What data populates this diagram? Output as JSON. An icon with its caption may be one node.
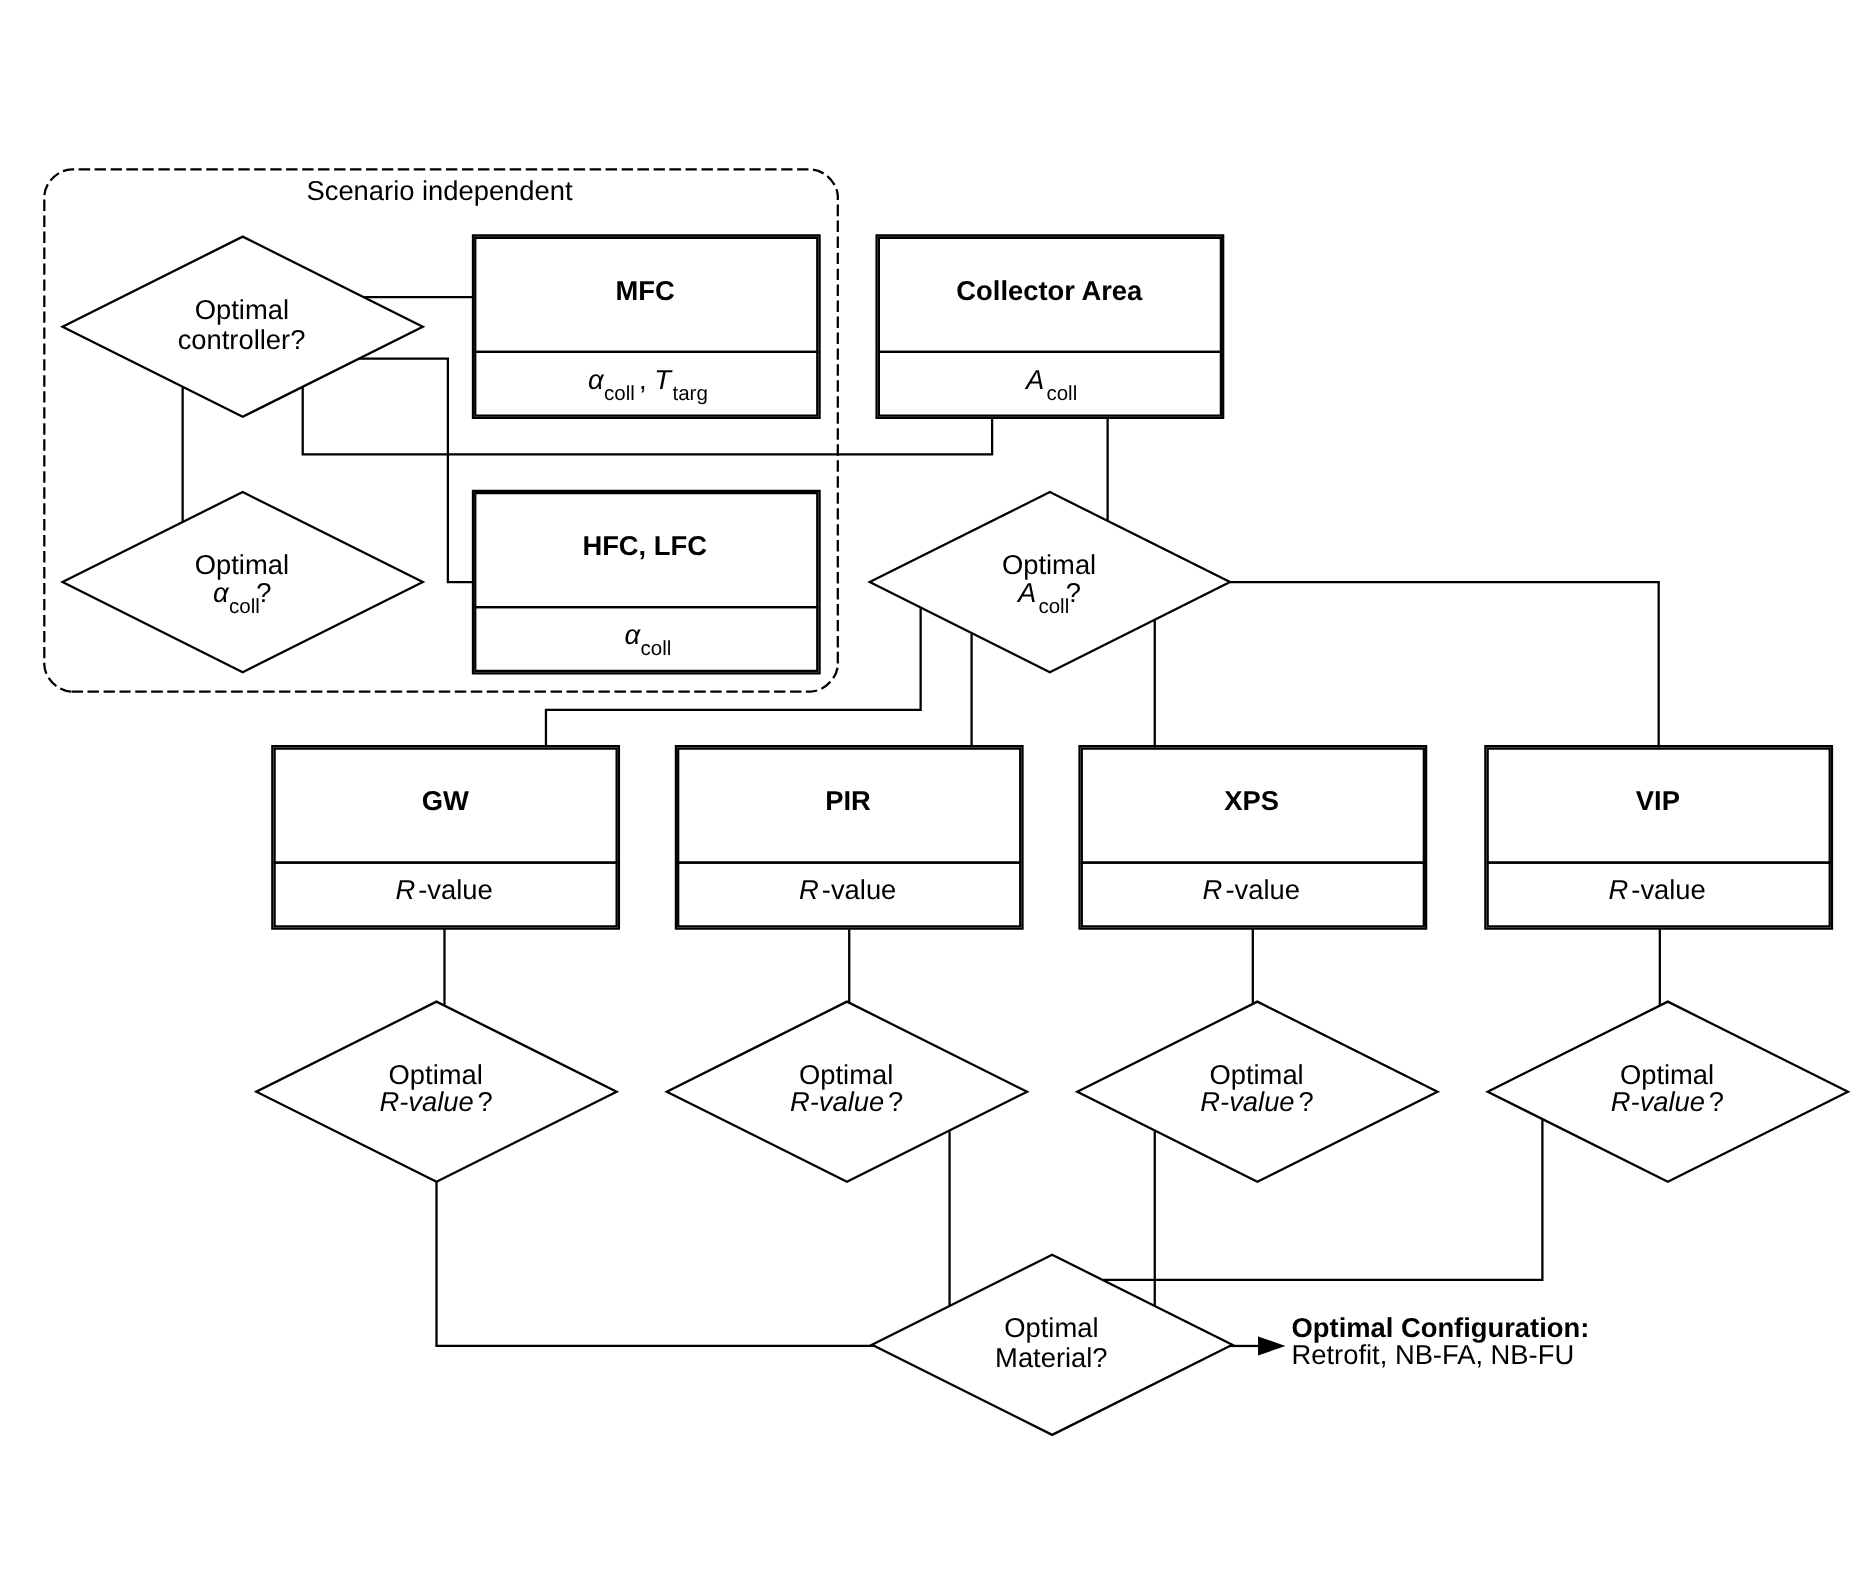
{
  "diagram": {
    "nodes": [
      {
        "text": [
          "Scenario independent"
        ]
      },
      {
        "text": [
          "MFC",
          "*α*$_{coll}$ , *T*$_{targ}$"
        ],
        "in": 0
      },
      {
        "text": [
          "HFC, LFC",
          "*α*$_{coll}$"
        ],
        "in": 0
      },
      {
        "text": [
          "Optimal controller?"
        ],
        "in": 0
      },
      {
        "text": [
          "Optimal *α*$_{coll}$?"
        ],
        "in": 0
      },
      {
        "text": [
          "Collector Area",
          "*A*$_{coll}$"
        ]
      },
      {
        "text": [
          "Optimal *A*$_{coll}$?"
        ]
      },
      {
        "text": [
          "GW",
          "*R*-value"
        ]
      },
      {
        "text": [
          "PIR",
          "*R*-value"
        ]
      },
      {
        "text": [
          "XPS",
          "*R*-value"
        ]
      },
      {
        "text": [
          "VIP",
          "*R*-value"
        ]
      },
      {
        "text": [
          "Optimal *R-value*?"
        ]
      },
      {
        "text": [
          "Optimal *R-value*?"
        ]
      },
      {
        "text": [
          "Optimal *R-value*?"
        ]
      },
      {
        "text": [
          "Optimal *R-value*?"
        ]
      },
      {
        "text": [
          "Optimal Material?"
        ]
      },
      {
        "text": [
          "Optimal Configuration:",
          "Retrofit, NB-FA, NB-FU"
        ]
      }
    ],
    "edges": [
      {
        "from": 1,
        "to": 3,
        "arrow": "none"
      },
      {
        "from": 2,
        "to": 3,
        "arrow": "none"
      },
      {
        "from": 3,
        "to": 5,
        "arrow": "none"
      },
      {
        "from": 3,
        "to": 4,
        "arrow": "none"
      },
      {
        "from": 5,
        "to": 6,
        "arrow": "none"
      },
      {
        "from": 6,
        "to": 7,
        "arrow": "none"
      },
      {
        "from": 6,
        "to": 8,
        "arrow": "none"
      },
      {
        "from": 6,
        "to": 9,
        "arrow": "none"
      },
      {
        "from": 6,
        "to": 10,
        "arrow": "none"
      },
      {
        "from": 7,
        "to": 11,
        "arrow": "none"
      },
      {
        "from": 8,
        "to": 12,
        "arrow": "none"
      },
      {
        "from": 9,
        "to": 13,
        "arrow": "none"
      },
      {
        "from": 10,
        "to": 14,
        "arrow": "none"
      },
      {
        "from": 11,
        "to": 15,
        "arrow": "none"
      },
      {
        "from": 12,
        "to": 15,
        "arrow": "none"
      },
      {
        "from": 13,
        "to": 15,
        "arrow": "none"
      },
      {
        "from": 14,
        "to": 15,
        "arrow": "none"
      },
      {
        "from": 15,
        "to": 16,
        "arrow": "to"
      }
    ]
  }
}
